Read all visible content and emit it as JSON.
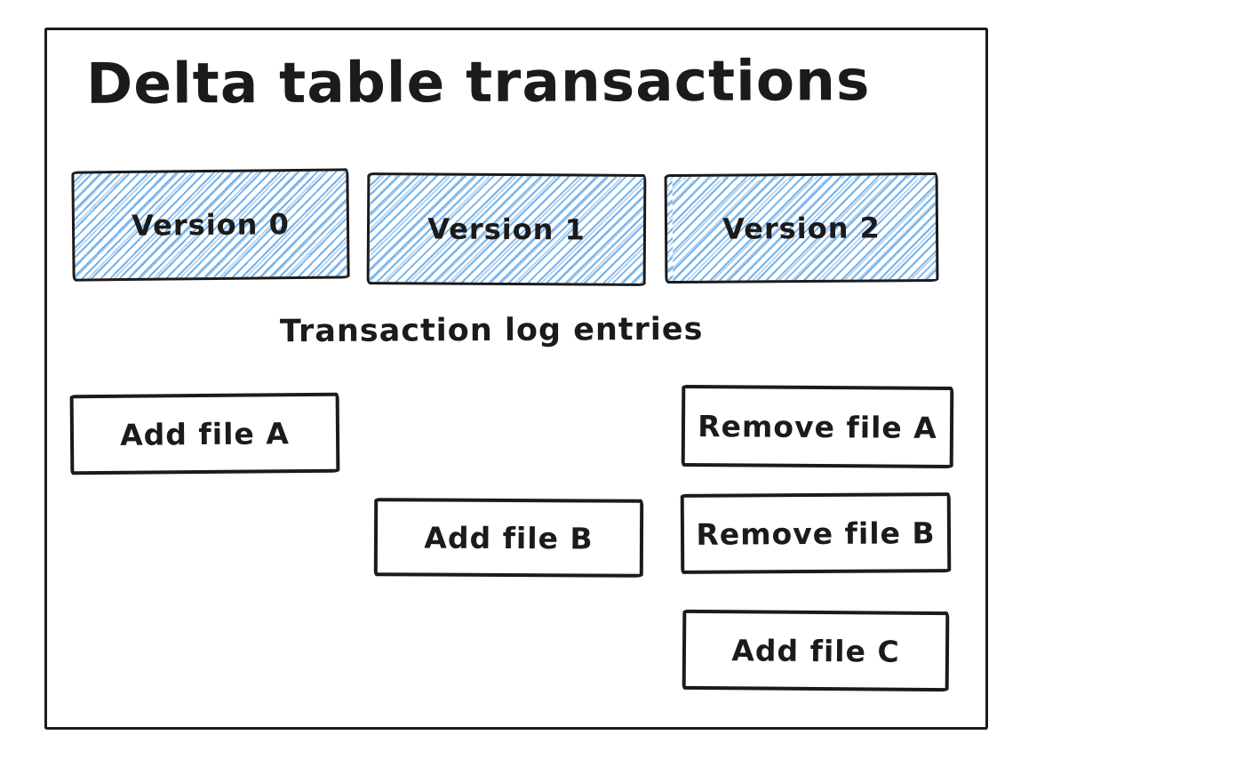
{
  "diagram": {
    "title": "Delta table transactions",
    "log_caption": "Transaction log entries",
    "versions": [
      {
        "label": "Version 0"
      },
      {
        "label": "Version 1"
      },
      {
        "label": "Version 2"
      }
    ],
    "log_entries": [
      {
        "label": "Add file A"
      },
      {
        "label": "Remove file A"
      },
      {
        "label": "Add file B"
      },
      {
        "label": "Remove file B"
      },
      {
        "label": "Add file C"
      }
    ],
    "colors": {
      "ink": "#1b1b1b",
      "hatch_blue": "#74b2ea",
      "hatch_blue_light": "#aacdf0",
      "background": "#ffffff"
    }
  }
}
